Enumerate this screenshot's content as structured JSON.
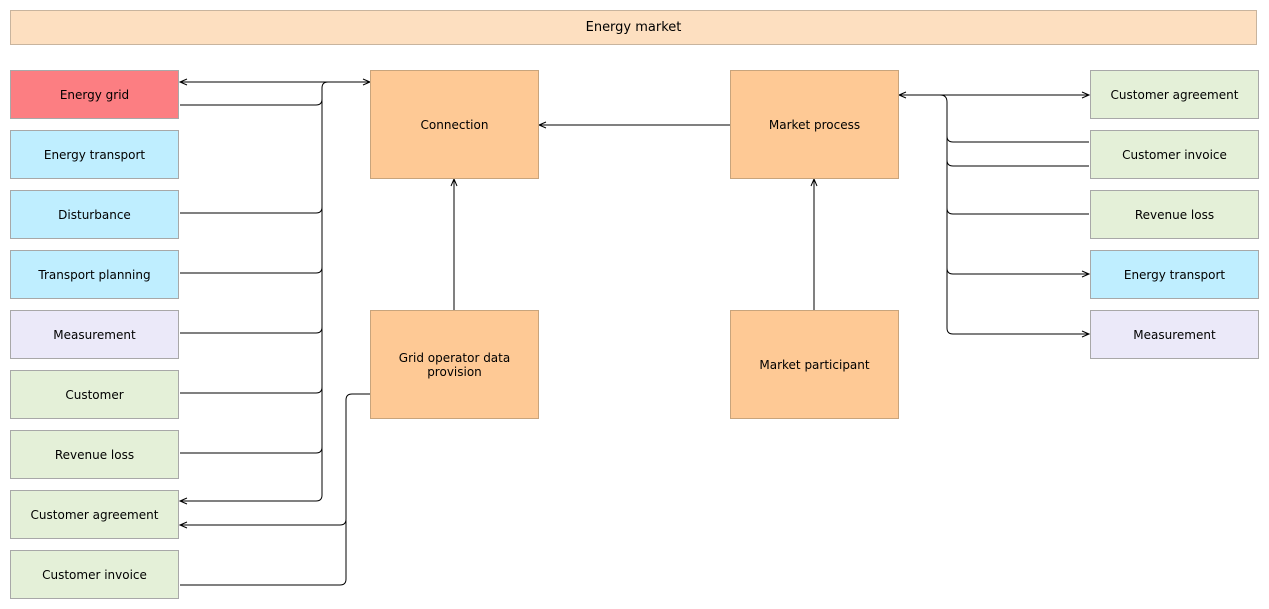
{
  "title": "Energy market",
  "colors": {
    "red": "#fc7e82",
    "blue": "#bfeeff",
    "lavender": "#ebe9f9",
    "green": "#e4f0d8",
    "orange": "#fec995"
  },
  "left_boxes": [
    {
      "label": "Energy grid",
      "color": "red"
    },
    {
      "label": "Energy transport",
      "color": "blue"
    },
    {
      "label": "Disturbance",
      "color": "blue"
    },
    {
      "label": "Transport planning",
      "color": "blue"
    },
    {
      "label": "Measurement",
      "color": "lavender"
    },
    {
      "label": "Customer",
      "color": "green"
    },
    {
      "label": "Revenue loss",
      "color": "green"
    },
    {
      "label": "Customer agreement",
      "color": "green"
    },
    {
      "label": "Customer invoice",
      "color": "green"
    }
  ],
  "center_boxes": {
    "connection": "Connection",
    "market_process": "Market process",
    "grid_operator": "Grid operator data provision",
    "market_participant": "Market participant"
  },
  "right_boxes": [
    {
      "label": "Customer agreement",
      "color": "green"
    },
    {
      "label": "Customer invoice",
      "color": "green"
    },
    {
      "label": "Revenue loss",
      "color": "green"
    },
    {
      "label": "Energy transport",
      "color": "blue"
    },
    {
      "label": "Measurement",
      "color": "lavender"
    }
  ]
}
